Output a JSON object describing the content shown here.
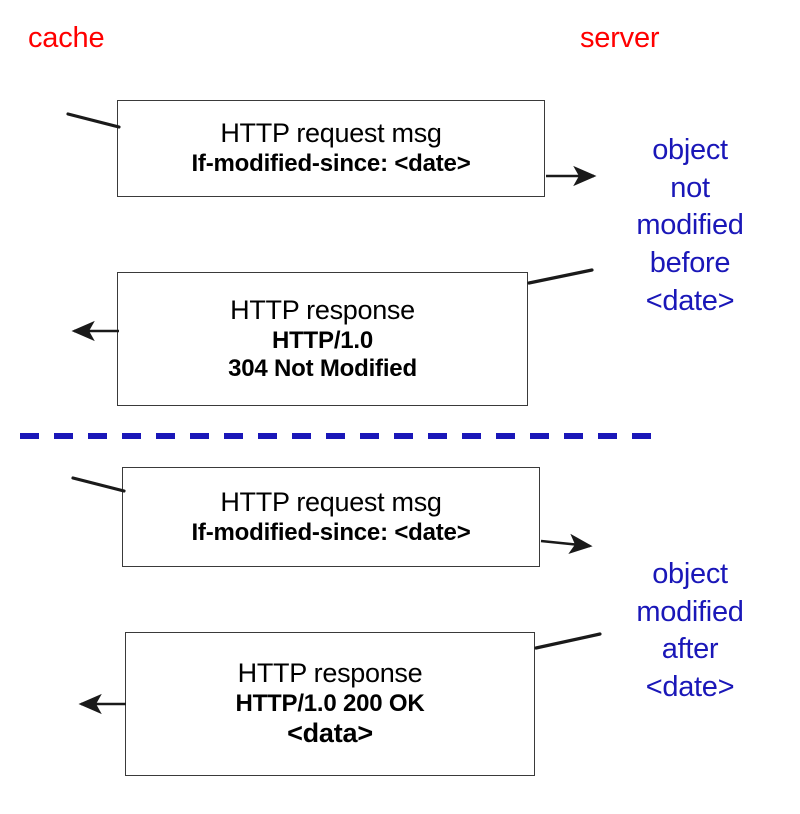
{
  "diagram": {
    "title_left": "cache",
    "title_right": "server",
    "colors": {
      "endpoint_label": "#ff0000",
      "annotation_text": "#1a17b8",
      "divider": "#1a17b8",
      "box_border": "#3a3a3a",
      "box_text": "#000000",
      "background": "#ffffff"
    }
  },
  "endpoints": {
    "left": {
      "label": "cache"
    },
    "right": {
      "label": "server"
    }
  },
  "messages": [
    {
      "id": "request-1",
      "direction": "cache-to-server",
      "lines": [
        {
          "text": "HTTP request msg",
          "style": "regular"
        },
        {
          "text": "If-modified-since: <date>",
          "style": "bold"
        }
      ]
    },
    {
      "id": "response-1",
      "direction": "server-to-cache",
      "lines": [
        {
          "text": "HTTP response",
          "style": "regular"
        },
        {
          "text": "HTTP/1.0",
          "style": "bold"
        },
        {
          "text": "304 Not Modified",
          "style": "bold"
        }
      ]
    },
    {
      "id": "request-2",
      "direction": "cache-to-server",
      "lines": [
        {
          "text": "HTTP request msg",
          "style": "regular"
        },
        {
          "text": "If-modified-since: <date>",
          "style": "bold"
        }
      ]
    },
    {
      "id": "response-2",
      "direction": "server-to-cache",
      "lines": [
        {
          "text": "HTTP response",
          "style": "regular"
        },
        {
          "text": "HTTP/1.0 200 OK",
          "style": "bold"
        },
        {
          "text": "<data>",
          "style": "bold-big"
        }
      ]
    }
  ],
  "annotations": {
    "scenario_not_modified": {
      "lines": [
        "object",
        "not",
        "modified",
        "before",
        "<date>"
      ],
      "text": "object not modified before <date>"
    },
    "scenario_modified": {
      "lines": [
        "object",
        "modified",
        "after",
        "<date>"
      ],
      "text": "object modified after <date>"
    }
  },
  "divider": {
    "style": "dashed",
    "orientation": "horizontal",
    "color": "#1a17b8"
  }
}
